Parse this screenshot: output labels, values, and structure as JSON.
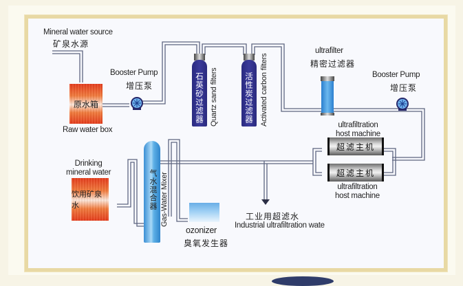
{
  "diagram": {
    "title": "Mineral water and ultrafiltration process flow",
    "colors": {
      "frame": "#e8d9a4",
      "panel": "#f8f9fd",
      "pipe": "#59607a",
      "tank_dark_blue": "#2f2f8a",
      "pump_blue": "#2d6fd0",
      "box_red": "#e43c1c",
      "mixer_blue": "#5eb0e6"
    },
    "nodes": {
      "source": {
        "en": "Mineral water source",
        "cn": "矿泉水源"
      },
      "raw_box": {
        "en": "Raw water box",
        "cn": "原水箱"
      },
      "pump1": {
        "en": "Booster Pump",
        "cn": "增压泵",
        "icon": "pump-icon"
      },
      "sand_filter": {
        "en": "Quartz sand filters",
        "cn": "石英砂过滤器"
      },
      "carbon_filter": {
        "en": "Activated carbon filters",
        "cn": "活性炭过滤器"
      },
      "ultrafilter": {
        "en": "ultrafilter",
        "cn": "精密过滤器"
      },
      "pump2": {
        "en": "Booster Pump",
        "cn": "增压泵",
        "icon": "pump-icon"
      },
      "uf_host_1": {
        "en_line1": "ultrafiltration",
        "en_line2": "host machine",
        "cn": "超滤主机"
      },
      "uf_host_2": {
        "en_line1": "ultrafiltration",
        "en_line2": "host machine",
        "cn": "超滤主机"
      },
      "industrial": {
        "cn": "工业用超滤水",
        "en": "Industrial ultrafiltration wate"
      },
      "mixer": {
        "en": "Gas-Water Mixer",
        "cn": "气水混合器"
      },
      "ozonizer": {
        "en": "ozonizer",
        "cn": "臭氧发生器"
      },
      "drinking": {
        "en_line1": "Drinking",
        "en_line2": "mineral water",
        "cn": "饮用矿泉水"
      }
    }
  }
}
